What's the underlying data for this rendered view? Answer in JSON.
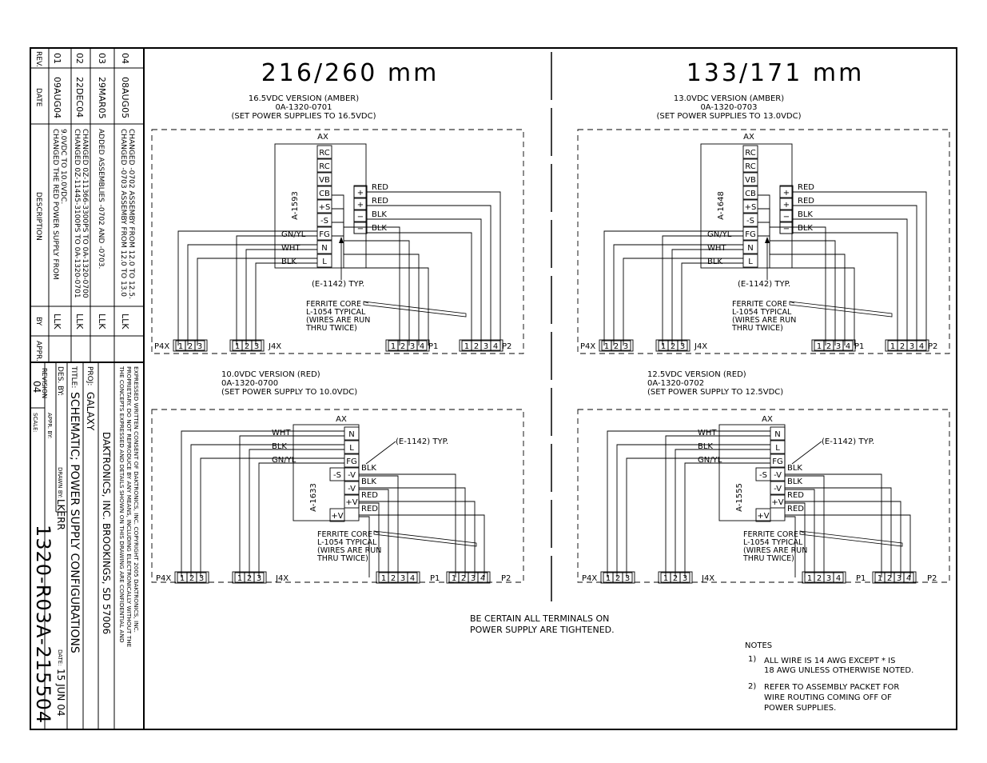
{
  "left_column": {
    "title": "216/260 mm",
    "top": {
      "version": "16.5VDC VERSION (AMBER)",
      "part": "0A-1320-0701",
      "note": "(SET POWER SUPPLIES TO 16.5VDC)",
      "psu": "A-1593"
    },
    "bottom": {
      "version": "10.0VDC VERSION (RED)",
      "part": "0A-1320-0700",
      "note": "(SET POWER SUPPLY TO 10.0VDC)",
      "psu": "A-1633"
    }
  },
  "right_column": {
    "title": "133/171 mm",
    "top": {
      "version": "13.0VDC VERSION (AMBER)",
      "part": "0A-1320-0703",
      "note": "(SET POWER SUPPLIES TO 13.0VDC)",
      "psu": "A-1648"
    },
    "bottom": {
      "version": "12.5VDC VERSION (RED)",
      "part": "0A-1320-0702",
      "note": "(SET POWER SUPPLY TO 12.5VDC)",
      "psu": "A-1555"
    }
  },
  "labels": {
    "ax": "AX",
    "rc": "RC",
    "vb": "VB",
    "cb": "CB",
    "ps": "+S",
    "ms": "-S",
    "fg": "FG",
    "n": "N",
    "l": "L",
    "plus": "+",
    "minus": "−",
    "mv": "-V",
    "pv": "+V",
    "red": "RED",
    "blk": "BLK",
    "wht": "WHT",
    "gnyl": "GN/YL",
    "e1142": "(E-1142) TYP.",
    "ferrite1": "FERRITE CORE",
    "ferrite2": "L-1054 TYPICAL",
    "ferrite3": "(WIRES ARE RUN",
    "ferrite4": "THRU TWICE)",
    "p4x": "P4X",
    "j4x": "J4X",
    "p1": "P1",
    "p2": "P2",
    "n1": "1",
    "n2": "2",
    "n3": "3",
    "n4": "4"
  },
  "center_note": {
    "line1": "BE CERTAIN ALL TERMINALS ON",
    "line2": "POWER SUPPLY ARE TIGHTENED."
  },
  "notes": {
    "heading": "NOTES",
    "n1_num": "1)",
    "n1_a": "ALL WIRE IS 14 AWG EXCEPT * IS",
    "n1_b": "18 AWG UNLESS OTHERWISE NOTED.",
    "n2_num": "2)",
    "n2_a": "REFER TO ASSEMBLY PACKET FOR",
    "n2_b": "WIRE ROUTING COMING OFF OF",
    "n2_c": "POWER SUPPLIES."
  },
  "revisions": {
    "headers": {
      "rev": "REV.",
      "date": "DATE",
      "desc": "DESCRIPTION",
      "by": "BY",
      "appr": "APPR."
    },
    "rows": [
      {
        "rev": "01",
        "date": "09AUG04",
        "desc1": "CHANGED THE RED POWER SUPPLY FROM",
        "desc2": "9.0VDC TO 10.0VDC.",
        "by": "LLK"
      },
      {
        "rev": "02",
        "date": "22DEC04",
        "desc1": "CHANGED 0Z-11445-3100PS TO 0A-1320-0701",
        "desc2": "CHANGED 0Z-11366-3300PS TO 0A-1320-0700",
        "by": "LLK"
      },
      {
        "rev": "03",
        "date": "29MAR05",
        "desc1": "ADDED ASSEMBLIES -0702 AND -0703.",
        "desc2": "",
        "by": "LLK"
      },
      {
        "rev": "04",
        "date": "08AUG05",
        "desc1": "CHANGED -0703 ASSEMBY FROM 12.0 TO 13.0",
        "desc2": "CHANGED -0702 ASSEMBY FROM 12.0 TO 12.5.",
        "by": "LLK"
      }
    ]
  },
  "title_block": {
    "confidential1": "THE CONCEPTS EXPRESSED AND DETAILS SHOWN ON THIS DRAWING ARE CONFIDENTIAL AND",
    "confidential2": "PROPRIETARY. DO NOT REPRODUCE BY ANY MEANS, INCLUDING ELECTRONICALLY WITHOUT THE",
    "confidential3": "EXPRESSED WRITTEN CONSENT OF DAKTRONICS, INC.        COPYRIGHT 2005 DAKTRONICS, INC.",
    "company": "DAKTRONICS, INC.   BROOKINGS, SD 57006",
    "proj_label": "PROJ:",
    "proj": "GALAXY",
    "title_label": "TITLE:",
    "title": "SCHEMATIC; POWER SUPPLY CONFIGURATIONS",
    "des_label": "DES. BY:",
    "drawn_label": "DRAWN BY:",
    "drawn": "LKERR",
    "date_label": "DATE:",
    "date": "15 JUN 04",
    "revision_label": "REVISION",
    "revision": "04",
    "appr_label": "APPR. BY:",
    "scale_label": "SCALE:",
    "drawing_number": "1320-R03A-215504"
  }
}
